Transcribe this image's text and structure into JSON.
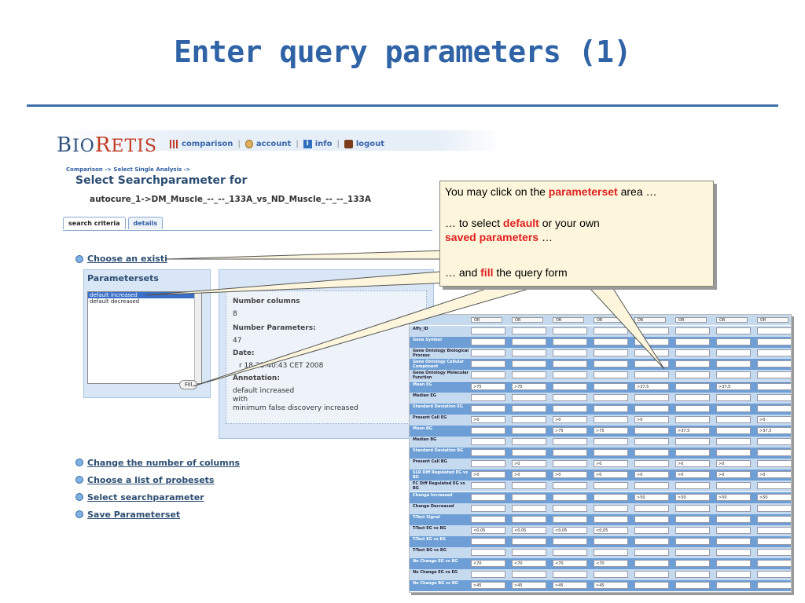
{
  "slide": {
    "title": "Enter query parameters (1)"
  },
  "app": {
    "logo": {
      "first": "B",
      "part1": "IO",
      "second": "R",
      "part2": "ETIS"
    },
    "nav": [
      {
        "label": "comparison",
        "icon": "bar-chart-icon"
      },
      {
        "label": "account",
        "icon": "user-icon"
      },
      {
        "label": "info",
        "icon": "info-icon"
      },
      {
        "label": "logout",
        "icon": "logout-icon"
      }
    ],
    "separator": "|",
    "breadcrumb": "Comparison -> Select Single Analysis ->",
    "heading": "Select Searchparameter for",
    "analysis_name": "autocure_1->DM_Muscle_--_--_133A_vs_ND_Muscle_--_--_133A",
    "tabs": [
      "search criteria",
      "details"
    ],
    "choose_label": "Choose an existi",
    "parametersets": {
      "title": "Parametersets",
      "items": [
        "default increased",
        "default decreased"
      ],
      "selected": "default increased",
      "fill_button": "Fill"
    },
    "details": {
      "number_columns_label": "Number columns",
      "number_columns": "8",
      "number_parameters_label": "Number Parameters:",
      "number_parameters": "47",
      "date_label": "Date:",
      "date": "r 18 23:40:43 CET 2008",
      "annotation_label": "Annotation:",
      "annotation_lines": [
        "default increased",
        "with",
        "minimum false discovery increased"
      ]
    },
    "links": [
      "Change the number of columns",
      "Choose a list of probesets",
      "Select searchparameter",
      "Save Parameterset"
    ]
  },
  "callout": {
    "line1_pre": "You may click on the ",
    "line1_red": "parameterset",
    "line1_post": " area …",
    "line2_pre": "… to select ",
    "line2_red": "default",
    "line2_post": " or your own",
    "line3_red": "saved parameters",
    "line3_post": " …",
    "line4_pre": "… and ",
    "line4_red": "fill",
    "line4_post": " the query form"
  },
  "grid": {
    "operator": "OR",
    "rows": [
      {
        "label": "Affy_ID",
        "values": [
          "",
          "",
          "",
          "",
          "",
          "",
          "",
          ""
        ]
      },
      {
        "label": "Gene Symbol",
        "values": [
          "",
          "",
          "",
          "",
          "",
          "",
          "",
          ""
        ]
      },
      {
        "label": "Gene Ontology Biological Process",
        "values": [
          "",
          "",
          "",
          "",
          "",
          "",
          "",
          ""
        ]
      },
      {
        "label": "Gene Ontology Cellular Component",
        "values": [
          "",
          "",
          "",
          "",
          "",
          "",
          "",
          ""
        ]
      },
      {
        "label": "Gene Ontology Molecular Function",
        "values": [
          "",
          "",
          "",
          "",
          "",
          "",
          "",
          ""
        ]
      },
      {
        "label": "Mean EG",
        "values": [
          ">75",
          ">75",
          "",
          "",
          ">37,5",
          "",
          ">37,5",
          ""
        ]
      },
      {
        "label": "Median EG",
        "values": [
          "",
          "",
          "",
          "",
          "",
          "",
          "",
          ""
        ]
      },
      {
        "label": "Standard Deviation EG",
        "values": [
          "",
          "",
          "",
          "",
          "",
          "",
          "",
          ""
        ]
      },
      {
        "label": "Present Call EG",
        "values": [
          ">0",
          "",
          ">0",
          "",
          ">0",
          "",
          "",
          ">0"
        ]
      },
      {
        "label": "Mean BG",
        "values": [
          "",
          "",
          ">75",
          ">75",
          "",
          ">37,5",
          "",
          ">37,5"
        ]
      },
      {
        "label": "Median BG",
        "values": [
          "",
          "",
          "",
          "",
          "",
          "",
          "",
          ""
        ]
      },
      {
        "label": "Standard Deviation BG",
        "values": [
          "",
          "",
          "",
          "",
          "",
          "",
          "",
          ""
        ]
      },
      {
        "label": "Present Call BG",
        "values": [
          "",
          ">0",
          "",
          ">0",
          "",
          ">0",
          ">0",
          ""
        ]
      },
      {
        "label": "SLR Diff Regulated EG vs BG",
        "values": [
          ">0",
          ">0",
          ">0",
          ">0",
          ">0",
          ">0",
          ">0",
          ">0"
        ]
      },
      {
        "label": "FC Diff Regulated EG vs BG",
        "values": [
          "",
          "",
          "",
          "",
          "",
          "",
          "",
          ""
        ]
      },
      {
        "label": "Change Increased",
        "values": [
          "",
          "",
          "",
          "",
          ">50",
          ">50",
          ">50",
          ">50"
        ]
      },
      {
        "label": "Change Decreased",
        "values": [
          "",
          "",
          "",
          "",
          "",
          "",
          "",
          ""
        ]
      },
      {
        "label": "T-Test Signal",
        "values": [
          "",
          "",
          "",
          "",
          "",
          "",
          "",
          ""
        ]
      },
      {
        "label": "T-Test EG vs BG",
        "values": [
          "<0,05",
          "<0,05",
          "<0,05",
          "<0,05",
          "",
          "",
          "",
          ""
        ]
      },
      {
        "label": "T-Test EG vs EG",
        "values": [
          "",
          "",
          "",
          "",
          "",
          "",
          "",
          ""
        ]
      },
      {
        "label": "T-Test BG vs BG",
        "values": [
          "",
          "",
          "",
          "",
          "",
          "",
          "",
          ""
        ]
      },
      {
        "label": "No Change EG vs BG",
        "values": [
          "<70",
          "<70",
          "<70",
          "<70",
          "",
          "",
          "",
          ""
        ]
      },
      {
        "label": "No Change EG vs EG",
        "values": [
          "",
          "",
          "",
          "",
          "",
          "",
          "",
          ""
        ]
      },
      {
        "label": "No Change BG vs BG",
        "values": [
          ">45",
          ">45",
          ">45",
          ">45",
          "",
          "",
          "",
          ""
        ]
      }
    ]
  }
}
